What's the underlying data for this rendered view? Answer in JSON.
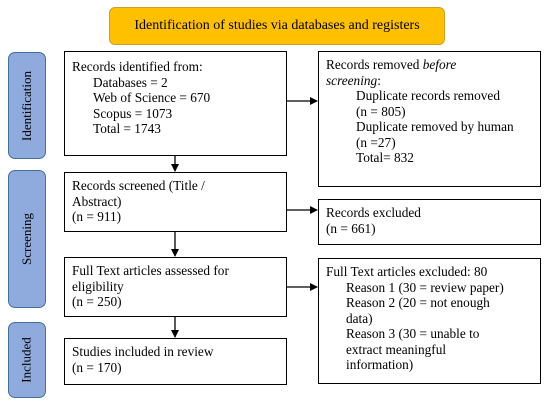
{
  "header": "Identification of studies via databases and registers",
  "stages": [
    "Identification",
    "Screening",
    "Included"
  ],
  "identified": {
    "title": "Records identified from:",
    "items": [
      "Databases = 2",
      "Web of Science = 670",
      "Scopus = 1073",
      "Total = 1743"
    ]
  },
  "removed": {
    "title_prefix": "Records removed ",
    "title_em": "before screening",
    "title_suffix": ":",
    "items": [
      "Duplicate records removed",
      "(n = 805)",
      "Duplicate removed by human",
      "(n =27)",
      "Total= 832"
    ]
  },
  "screened": {
    "lines": [
      "Records screened (Title /",
      "Abstract)",
      "(n = 911)"
    ]
  },
  "excluded": {
    "lines": [
      "Records excluded",
      "(n = 661)"
    ]
  },
  "assessed": {
    "lines": [
      "Full Text articles assessed for",
      "eligibility",
      "(n = 250)"
    ]
  },
  "fulltext_excluded": {
    "title": "Full Text articles excluded: 80",
    "items": [
      "Reason 1 (30 = review paper)",
      "Reason 2 (20 = not enough",
      "data)",
      "Reason 3 (30 = unable to",
      "extract meaningful",
      "information)"
    ]
  },
  "included": {
    "lines": [
      "Studies included in review",
      "(n = 170)"
    ]
  },
  "colors": {
    "banner": "#FFC000",
    "stage_tab": "#8FAADC",
    "stage_border": "#41719C"
  }
}
